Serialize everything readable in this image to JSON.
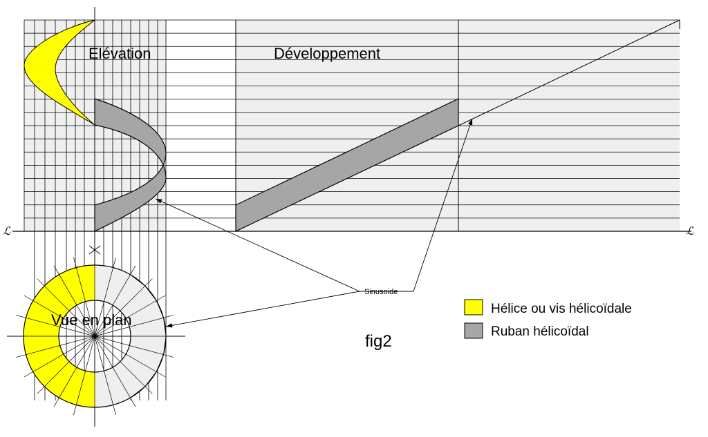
{
  "labels": {
    "elevation": "Elévation",
    "developpement": "Développement",
    "vue_en_plan": "Vue en plan",
    "sinusoide": "Sinusoide",
    "fig": "fig2"
  },
  "legend": [
    {
      "label": "Hélice ou vis hélicoïdale",
      "color": "#ffff00"
    },
    {
      "label": "Ruban hélicoïdal",
      "color": "#a6a6a6"
    }
  ],
  "colors": {
    "grid_fill": "#efefef",
    "line": "#000000",
    "helix": "#ffff00",
    "ribbon": "#a6a6a6"
  },
  "ground_line_mark": "ℒ"
}
